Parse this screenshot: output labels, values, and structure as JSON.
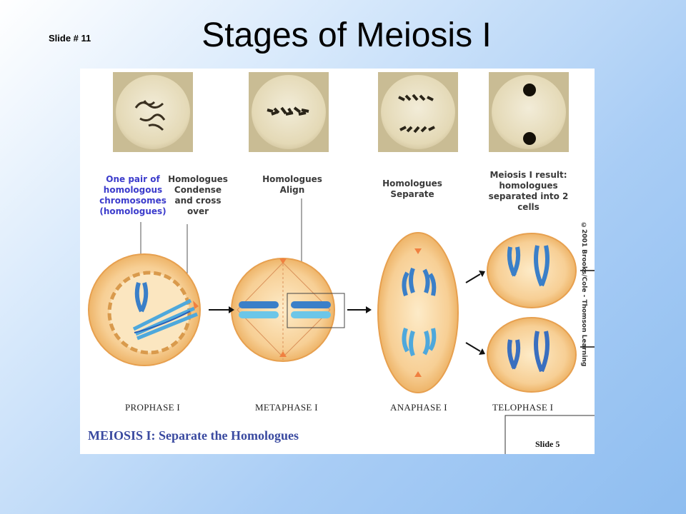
{
  "slide": {
    "number_label": "Slide # 11",
    "title": "Stages of Meiosis I"
  },
  "figure": {
    "labels": {
      "pair_of_homologous": "One pair of homologous chromosomes (homologues)",
      "condense_cross_over": "Homologues Condense and cross over",
      "align": "Homologues Align",
      "separate": "Homologues Separate",
      "result": "Meiosis I result: homologues separated into 2 cells"
    },
    "stages": [
      "PROPHASE I",
      "METAPHASE I",
      "ANAPHASE I",
      "TELOPHASE I"
    ],
    "caption": "MEIOSIS I: Separate the Homologues",
    "slide_ref": "Slide 5",
    "copyright": "©2001 Brooks/Cole - Thomson Learning"
  },
  "colors": {
    "cell_fill": "#f5c98a",
    "cell_inner": "#fbe3b8",
    "chromosome_light": "#6cc6e8",
    "chromosome_dark": "#2a5fb8",
    "centrosome": "#f08040",
    "caption_blue": "#3a4aa0",
    "label_blue": "#3c3ccc"
  }
}
